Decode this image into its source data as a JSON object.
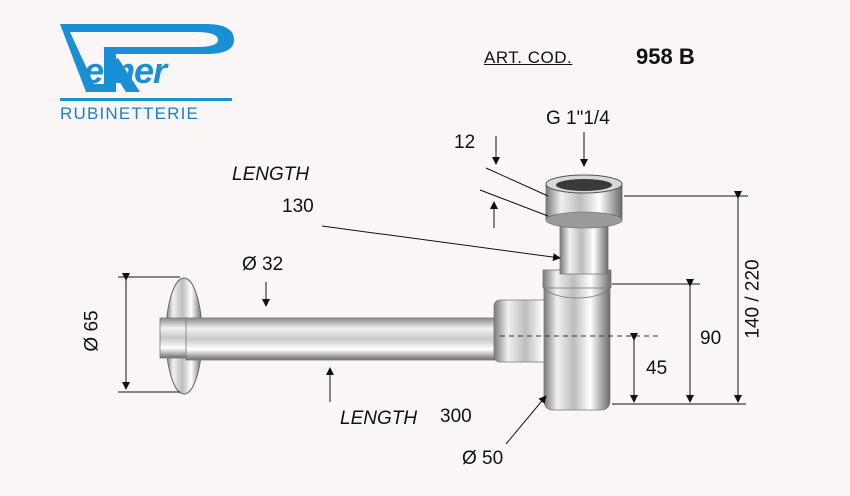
{
  "brand": {
    "name": "emer",
    "subtitle": "RUBINETTERIE"
  },
  "article": {
    "label": "ART. COD.",
    "code": "958 B"
  },
  "dimensions": {
    "thread": "G 1\"1/4",
    "wall_thickness": "12",
    "length_label": "LENGTH",
    "tube_length": "130",
    "tube_diameter": "Ø 32",
    "flange_diameter": "Ø 65",
    "horizontal_length_label": "LENGTH",
    "horizontal_length": "300",
    "body_diameter": "Ø 50",
    "height_45": "45",
    "height_90": "90",
    "total_height": "140 / 220"
  },
  "colors": {
    "brand_blue": "#1a8fd6",
    "chrome_dark": "#6f6f6f",
    "chrome_light": "#f4f4f4",
    "dimension_lines": "#111111"
  }
}
